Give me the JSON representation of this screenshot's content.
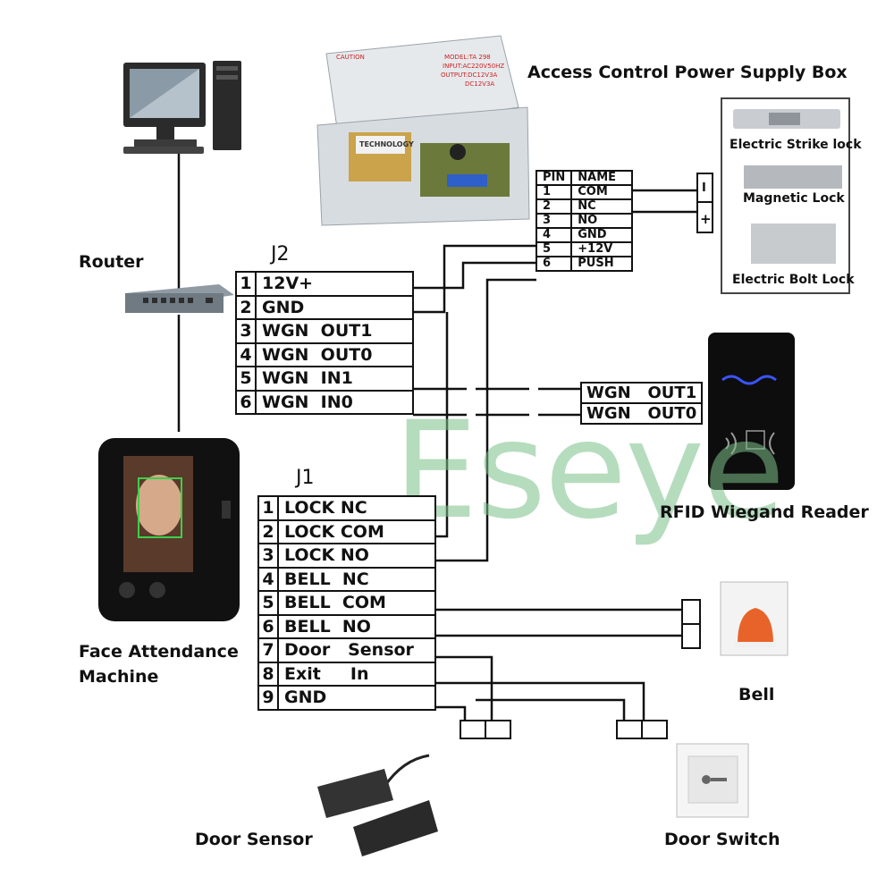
{
  "watermark": "Eseye",
  "labels": {
    "power_supply": "Access Control Power Supply Box",
    "router": "Router",
    "face_machine_line1": "Face Attendance",
    "face_machine_line2": "Machine",
    "rfid": "RFID Wiegand Reader",
    "bell": "Bell",
    "door_sensor": "Door Sensor",
    "door_switch": "Door Switch",
    "strike_lock": "Electric Strike lock",
    "magnetic_lock": "Magnetic Lock",
    "bolt_lock": "Electric Bolt Lock",
    "lock_plus": "+",
    "lock_minus": "I"
  },
  "j2": {
    "title": "J2",
    "rows": [
      {
        "pin": "1",
        "name": "12V+"
      },
      {
        "pin": "2",
        "name": "GND"
      },
      {
        "pin": "3",
        "name": "WGN  OUT1"
      },
      {
        "pin": "4",
        "name": "WGN  OUT0"
      },
      {
        "pin": "5",
        "name": "WGN  IN1"
      },
      {
        "pin": "6",
        "name": "WGN  IN0"
      }
    ]
  },
  "j1": {
    "title": "J1",
    "rows": [
      {
        "pin": "1",
        "name": "LOCK NC"
      },
      {
        "pin": "2",
        "name": "LOCK COM"
      },
      {
        "pin": "3",
        "name": "LOCK NO"
      },
      {
        "pin": "4",
        "name": "BELL  NC"
      },
      {
        "pin": "5",
        "name": "BELL  COM"
      },
      {
        "pin": "6",
        "name": "BELL  NO"
      },
      {
        "pin": "7",
        "name": "Door   Sensor"
      },
      {
        "pin": "8",
        "name": "Exit     In"
      },
      {
        "pin": "9",
        "name": "GND"
      }
    ]
  },
  "psu_table": {
    "header": {
      "pin": "PIN",
      "name": "NAME"
    },
    "rows": [
      {
        "pin": "1",
        "name": "COM"
      },
      {
        "pin": "2",
        "name": "NC"
      },
      {
        "pin": "3",
        "name": "NO"
      },
      {
        "pin": "4",
        "name": "GND"
      },
      {
        "pin": "5",
        "name": "+12V"
      },
      {
        "pin": "6",
        "name": "PUSH"
      }
    ]
  },
  "wiegand": {
    "rows": [
      {
        "name": "WGN   OUT1"
      },
      {
        "name": "WGN   OUT0"
      }
    ]
  },
  "psu_box_text": {
    "caution": "CAUTION",
    "model": "MODEL:TA 298",
    "input": "INPUT:AC220V50HZ",
    "output": "OUTPUT:DC12V3A",
    "output2": "DC12V3A",
    "transformer": "TECHNOLOGY"
  },
  "colors": {
    "watermark": "#7cc08a",
    "rfid_led": "#3a55ff",
    "bell_body": "#e8632a"
  }
}
